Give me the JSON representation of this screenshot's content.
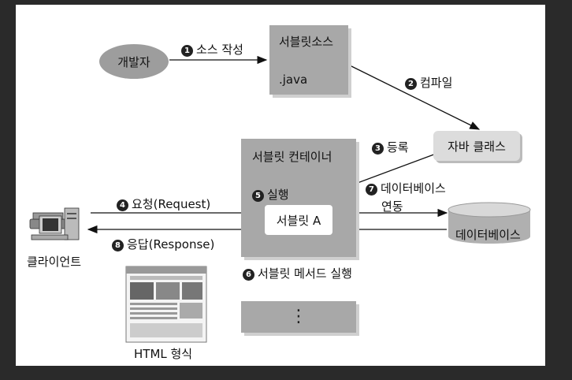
{
  "nodes": {
    "developer": "개발자",
    "servlet_source_title": "서블릿소스",
    "servlet_source_ext": ".java",
    "java_class": "자바 클래스",
    "container_title": "서블릿 컨테이너",
    "servlet_a": "서블릿 A",
    "database": "데이터베이스",
    "client": "클라이언트",
    "html_format": "HTML 형식",
    "ellipsis": "⋮"
  },
  "steps": {
    "s1": {
      "num": "1",
      "label": "소스 작성"
    },
    "s2": {
      "num": "2",
      "label": "컴파일"
    },
    "s3": {
      "num": "3",
      "label": "등록"
    },
    "s4": {
      "num": "4",
      "label": "요청(Request)"
    },
    "s5": {
      "num": "5",
      "label": "실행"
    },
    "s6": {
      "num": "6",
      "label": "서블릿 메서드 실행"
    },
    "s7": {
      "num": "7",
      "label_line1": "데이터베이스",
      "label_line2": "연동"
    },
    "s8": {
      "num": "8",
      "label": "응답(Response)"
    }
  },
  "colors": {
    "panel": "#ffffff",
    "frame": "#2a2a2a",
    "box_gray": "#a8a8a8",
    "box_light": "#dcdcdc"
  }
}
